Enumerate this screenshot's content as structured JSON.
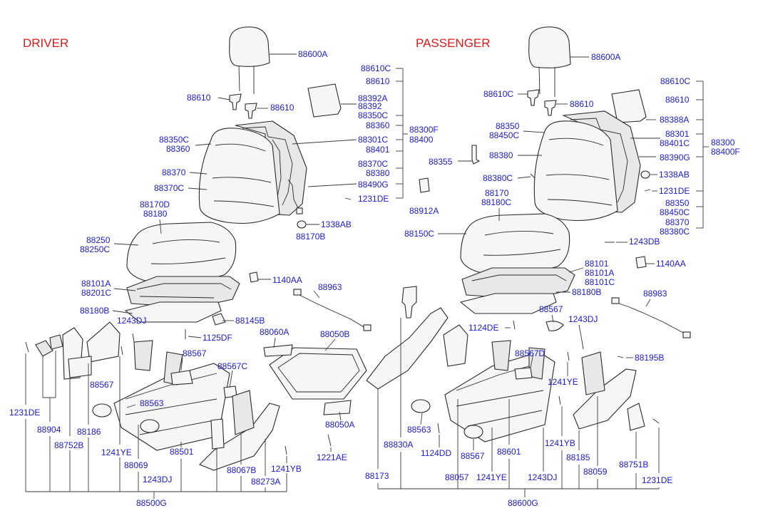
{
  "headers": {
    "driver": "DRIVER",
    "passenger": "PASSENGER"
  },
  "driver_labels": [
    "88600A",
    "88610",
    "88610",
    "88392A",
    "88392",
    "88610C",
    "88610",
    "88350C",
    "88360",
    "88301C",
    "88401",
    "88300F",
    "88400",
    "88350C",
    "88360",
    "88370",
    "88370C",
    "88370C",
    "88380",
    "88490G",
    "1231DE",
    "88170D",
    "88180",
    "1338AB",
    "88170B",
    "88250",
    "88250C",
    "1140AA",
    "88101A",
    "88201C",
    "88963",
    "88180B",
    "1243DJ",
    "88145B",
    "1125DF",
    "88060A",
    "88050B",
    "88567",
    "88567C",
    "88567",
    "88563",
    "1231DE",
    "88904",
    "88186",
    "88752B",
    "1241YE",
    "88069",
    "88501",
    "88050A",
    "1221AE",
    "88067B",
    "88273A",
    "1241YB",
    "1243DJ",
    "88500G"
  ],
  "passenger_labels": [
    "88600A",
    "88610C",
    "88610",
    "88610",
    "88610C",
    "88388A",
    "88301",
    "88401C",
    "88300",
    "88400F",
    "88390G",
    "88350",
    "88450C",
    "88380",
    "88355",
    "88380C",
    "1338AB",
    "1231DE",
    "88170",
    "88180C",
    "88350",
    "88450C",
    "88370",
    "88380C",
    "88912A",
    "88150C",
    "1243DB",
    "88101",
    "88101A",
    "88101C",
    "1140AA",
    "88180B",
    "88983",
    "88567",
    "1243DJ",
    "1124DE",
    "88567D",
    "88195B",
    "1241YE",
    "88563",
    "1124DD",
    "88567",
    "88830A",
    "88601",
    "1241YB",
    "88185",
    "88059",
    "88751B",
    "88173",
    "88057",
    "1241YE",
    "1243DJ",
    "1231DE",
    "88600G"
  ]
}
